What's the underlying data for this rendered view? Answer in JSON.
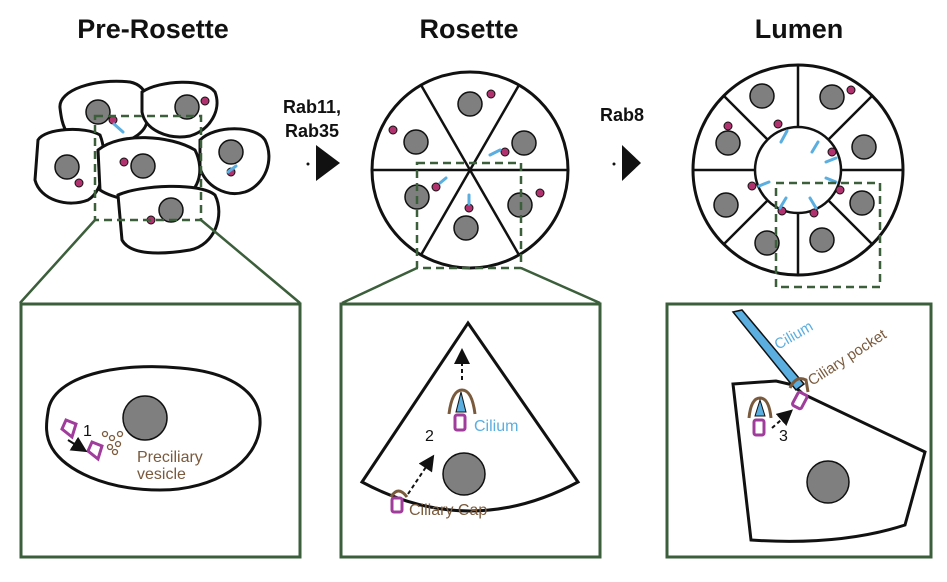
{
  "stages": [
    {
      "title": "Pre-Rosette"
    },
    {
      "title": "Rosette"
    },
    {
      "title": "Lumen"
    }
  ],
  "transitions": [
    {
      "label_line1": "Rab11,",
      "label_line2": "Rab35"
    },
    {
      "label_line1": "Rab8",
      "label_line2": ""
    }
  ],
  "insets": {
    "pre_rosette": {
      "step_number": "1",
      "vesicle_label_line1": "Preciliary",
      "vesicle_label_line2": "vesicle"
    },
    "rosette": {
      "step_number": "2",
      "cilium_label": "Cilium",
      "cap_label": "Ciliary Cap"
    },
    "lumen": {
      "step_number": "3",
      "cilium_label": "Cilium",
      "pocket_label": "Ciliary pocket"
    }
  },
  "colors": {
    "nucleus": "#7f7f7f",
    "centrosome": "#b0336f",
    "cilium": "#5aaee0",
    "ciliary_vesicle": "#a03c9b",
    "cap": "#7a5a3c",
    "zoom_box": "#3b5e3b",
    "outline": "#111111"
  }
}
